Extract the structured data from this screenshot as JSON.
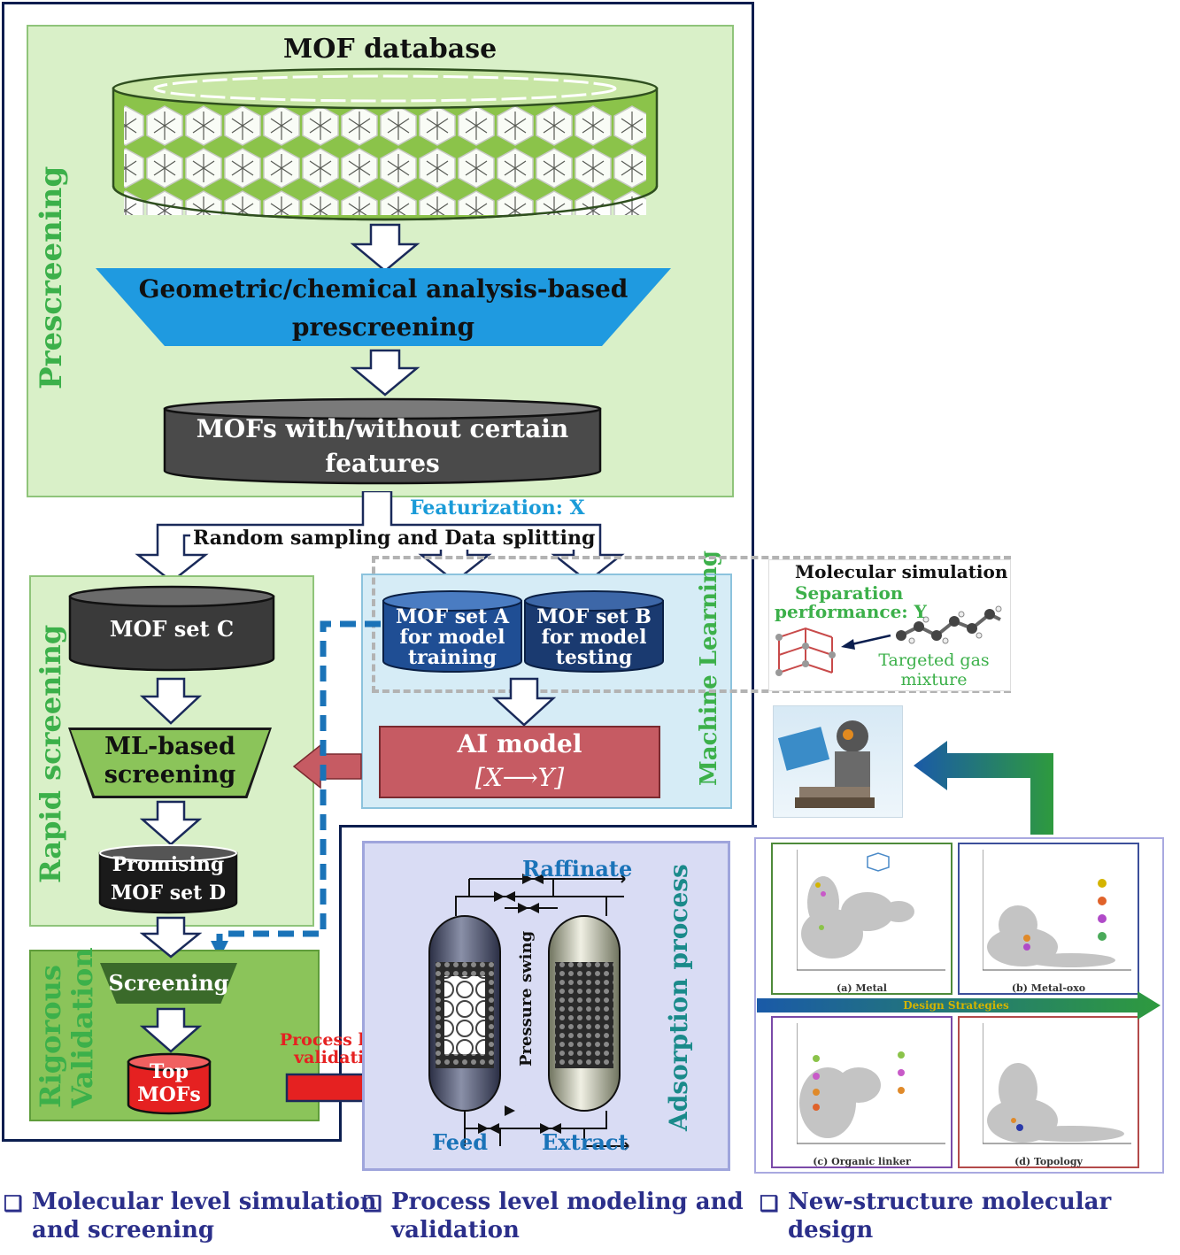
{
  "colors": {
    "frame": "#0b1e4f",
    "green_panel": "#d9f0c8",
    "blue_panel": "#d6ecf6",
    "funnel_blue": "#1f9ae0",
    "dark_db": "#4a4a4a",
    "navy_db": "#1d4e8e",
    "ai_model": "#c65b63",
    "red_db": "#e52121",
    "label_green": "#3cb04a",
    "label_teal": "#1a8a8a",
    "footer_text": "#2b2f8a",
    "accent_blue": "#1a73b8"
  },
  "prescreening": {
    "side_label": "Prescreening",
    "database_title": "MOF database",
    "funnel_line1": "Geometric/chemical analysis-based",
    "funnel_line2": "prescreening",
    "features_line1": "MOFs with/without certain",
    "features_line2": "features"
  },
  "split": {
    "featurization": "Featurization: X",
    "sampling": "Random sampling and Data splitting"
  },
  "rapid": {
    "side_label": "Rapid screening",
    "set_c": "MOF set C",
    "ml_line1": "ML-based",
    "ml_line2": "screening",
    "set_d_line1": "Promising",
    "set_d_line2": "MOF set D"
  },
  "ml": {
    "side_label": "Machine Learning",
    "set_a_line1": "MOF set A",
    "set_a_line2": "for model",
    "set_a_line3": "training",
    "set_b_line1": "MOF set B",
    "set_b_line2": "for model",
    "set_b_line3": "testing",
    "ai_line1": "AI model",
    "ai_line2": "[X⟶Y]"
  },
  "simulation": {
    "title": "Molecular simulation",
    "separation": "Separation",
    "performance": "performance: Y",
    "gas_line1": "Targeted gas",
    "gas_line2": "mixture"
  },
  "rigorous": {
    "side_label_line1": "Rigorous",
    "side_label_line2": "Validation",
    "screening": "Screening",
    "top_line1": "Top",
    "top_line2": "MOFs"
  },
  "process": {
    "arrow_line1": "Process level",
    "arrow_line2": "validation",
    "raffinate": "Raffinate",
    "feed": "Feed",
    "extract": "Extract",
    "pressure_swing": "Pressure swing",
    "side_label": "Adsorption process"
  },
  "design": {
    "strategies": "Design Strategies",
    "plots": [
      {
        "caption": "(a) Metal"
      },
      {
        "caption": "(b) Metal-oxo"
      },
      {
        "caption": "(c) Organic linker"
      },
      {
        "caption": "(d) Topology"
      }
    ]
  },
  "footer": {
    "bullet": "❑",
    "col1_line1": "Molecular level simulation",
    "col1_line2": "and screening",
    "col2_line1": "Process level modeling and",
    "col2_line2": "validation",
    "col3_line1": "New-structure molecular",
    "col3_line2": "design"
  }
}
